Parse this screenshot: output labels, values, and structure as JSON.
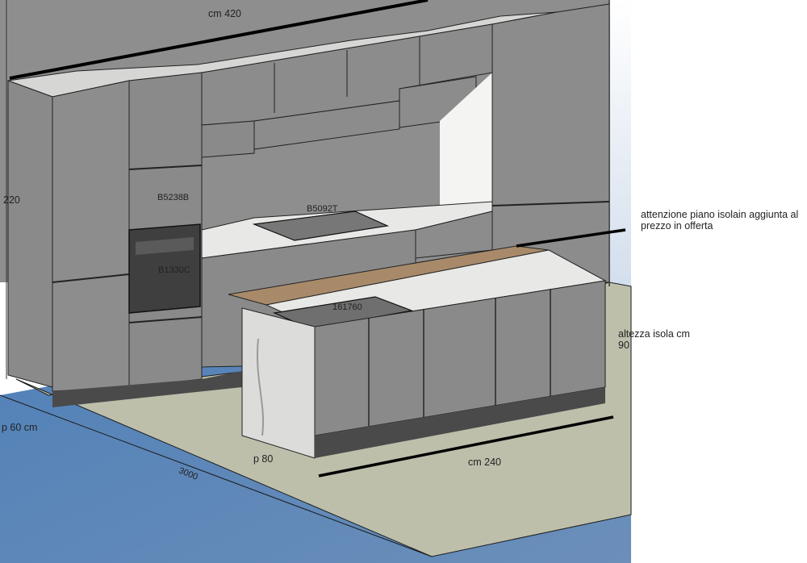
{
  "dimensions": {
    "top_width": "cm 420",
    "left_height": "220",
    "left_depth": "p 60 cm",
    "floor_length": "3000",
    "island_depth": "p 80",
    "island_width": "cm 240"
  },
  "notes": {
    "island_top_line1": "attenzione piano isolain aggiunta al",
    "island_top_line2": "prezzo in offerta",
    "island_height_line1": "altezza isola cm",
    "island_height_line2": "90"
  },
  "appliance_codes": {
    "microwave": "B5238B",
    "hob": "B5092T",
    "oven": "B1330C",
    "sink": "161760"
  },
  "colors": {
    "wall": "#8e8e8e",
    "cabinet": "#8a8a8a",
    "floor_beige": "#bdbfab",
    "floor_blue": "#6389b6",
    "worktop_wood": "#a88a6a",
    "marble": "#e8e8e6",
    "plinth": "#4a4a4a"
  }
}
